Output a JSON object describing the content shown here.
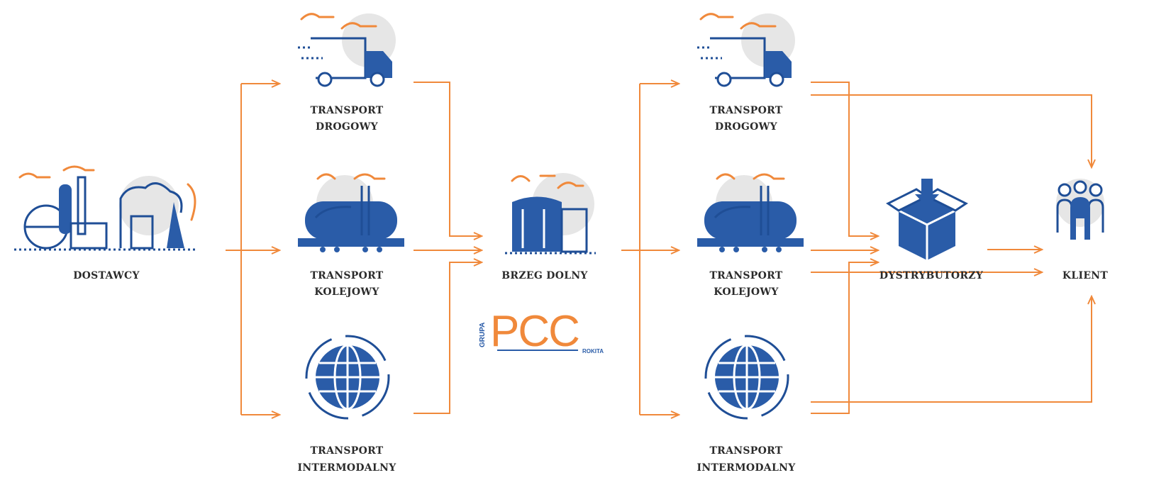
{
  "colors": {
    "flow": "#f0893b",
    "icon_primary": "#2a5ca8",
    "icon_outline": "#1f4e96",
    "icon_backdrop": "#e6e6e6",
    "label": "#2b2b2b"
  },
  "nodes": {
    "dostawcy": {
      "label": "DOSTAWCY",
      "icon": "factory-icon"
    },
    "transport_drogowy_1": {
      "line1": "TRANSPORT",
      "line2": "DROGOWY",
      "icon": "truck-icon"
    },
    "transport_kolejowy_1": {
      "line1": "TRANSPORT",
      "line2": "KOLEJOWY",
      "icon": "rail-tank-car-icon"
    },
    "transport_intermodalny_1": {
      "line1": "TRANSPORT",
      "line2": "INTERMODALNY",
      "icon": "globe-cycle-icon"
    },
    "brzeg_dolny": {
      "label": "BRZEG DOLNY",
      "icon": "storage-tank-icon"
    },
    "transport_drogowy_2": {
      "line1": "TRANSPORT",
      "line2": "DROGOWY",
      "icon": "truck-icon"
    },
    "transport_kolejowy_2": {
      "line1": "TRANSPORT",
      "line2": "KOLEJOWY",
      "icon": "rail-tank-car-icon"
    },
    "transport_intermodalny_2": {
      "line1": "TRANSPORT",
      "line2": "INTERMODALNY",
      "icon": "globe-cycle-icon"
    },
    "dystrybutorzy": {
      "label": "DYSTRYBUTORZY",
      "icon": "box-download-icon"
    },
    "klienci": {
      "label": "KLIENT",
      "icon": "people-group-icon"
    }
  },
  "logo": {
    "grupa": "GRUPA",
    "mark": "PCC",
    "sub": "ROKITA"
  }
}
